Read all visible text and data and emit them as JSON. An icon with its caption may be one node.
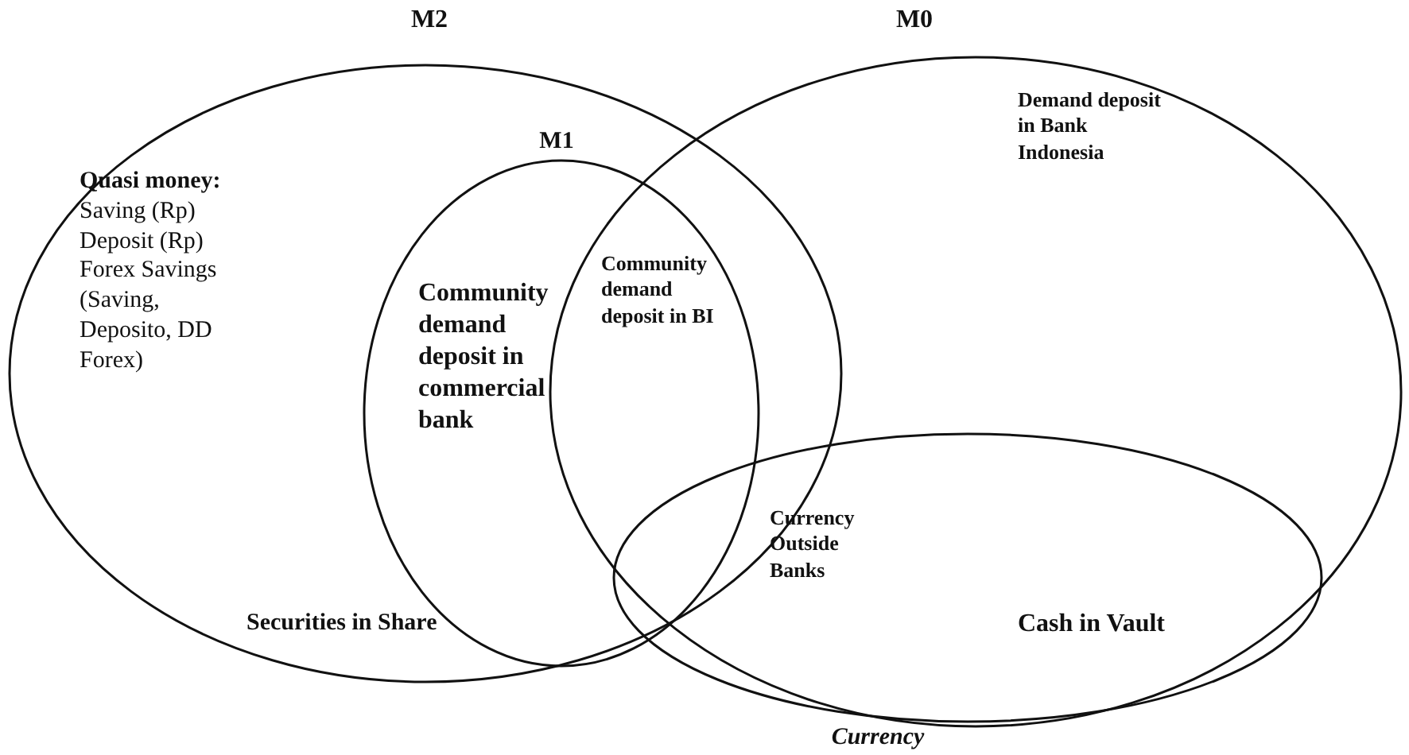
{
  "diagram": {
    "nodes": [
      {
        "text": [
          "M2",
          "**Quasi money:** Saving (Rp) Deposit (Rp) Forex Savings (Saving, Deposito, DD Forex)",
          "Securities in Share"
        ]
      },
      {
        "text": [
          "M1",
          "Community demand deposit in commercial bank"
        ],
        "in": 0
      },
      {
        "text": [
          "M0",
          "Demand deposit in Bank Indonesia"
        ]
      },
      {
        "text": [
          "Currency",
          "Cash in Vault"
        ],
        "in": 2
      }
    ],
    "edges": [],
    "labels": [
      "Community demand deposit in BI",
      "Currency Outside Banks"
    ]
  }
}
